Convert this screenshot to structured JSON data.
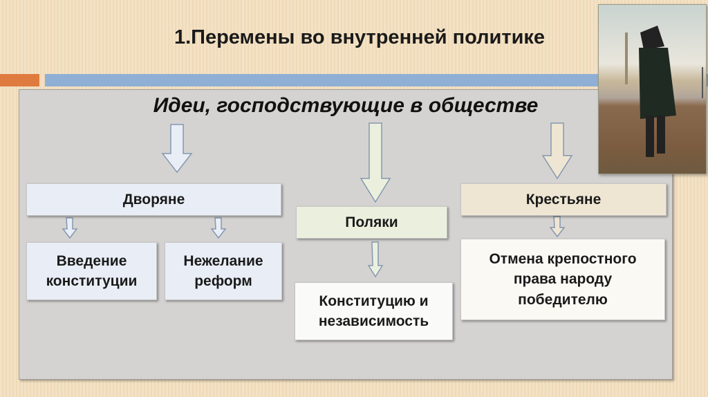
{
  "title": "1.Перемены во внутренней политике",
  "heading": "Идеи, господствующие в обществе",
  "painting": "portrait-painting",
  "groups": [
    {
      "label": "Дворяне",
      "color": "#e9eef6",
      "children": [
        "Введение конституции",
        "Нежелание реформ"
      ]
    },
    {
      "label": "Поляки",
      "color": "#ebf0de",
      "children": [
        "Конституцию и независимость"
      ]
    },
    {
      "label": "Крестьяне",
      "color": "#eee6d3",
      "children": [
        "Отмена крепостного права народу победителю"
      ]
    }
  ],
  "colors": {
    "orange": "#e07b3f",
    "blue": "#8fb0d4",
    "panel": "#d5d3d1"
  }
}
